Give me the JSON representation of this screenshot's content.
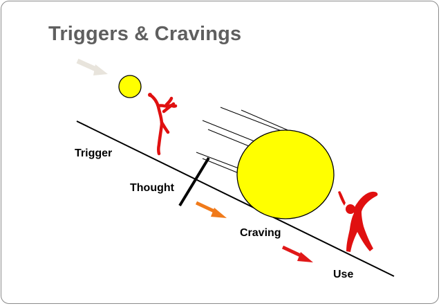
{
  "slide": {
    "title": "Triggers & Cravings"
  },
  "diagram": {
    "labels": {
      "trigger": "Trigger",
      "thought": "Thought",
      "craving": "Craving",
      "use": "Use"
    },
    "colors": {
      "ball_fill": "#ffff00",
      "ball_stroke": "#000000",
      "figure": "#e01010",
      "arrow_entry": "#e8e4dc",
      "arrow_thought": "#f07a1a",
      "arrow_craving": "#e01818",
      "slope_line": "#000000",
      "barrier": "#000000"
    }
  }
}
